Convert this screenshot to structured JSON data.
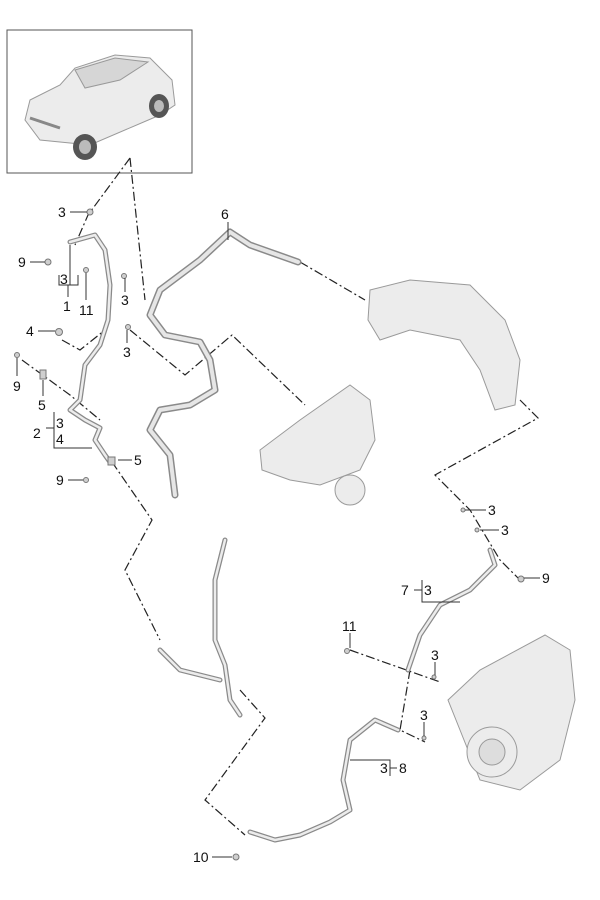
{
  "diagram": {
    "title": "Turbocharger coolant/oil lines"
  },
  "callouts": [
    "3",
    "9",
    "3",
    "1",
    "11",
    "3",
    "3",
    "4",
    "9",
    "5",
    "2",
    "3",
    "4",
    "5",
    "9",
    "6",
    "3",
    "3",
    "9",
    "7",
    "3",
    "11",
    "3",
    "3",
    "8",
    "3",
    "10"
  ]
}
